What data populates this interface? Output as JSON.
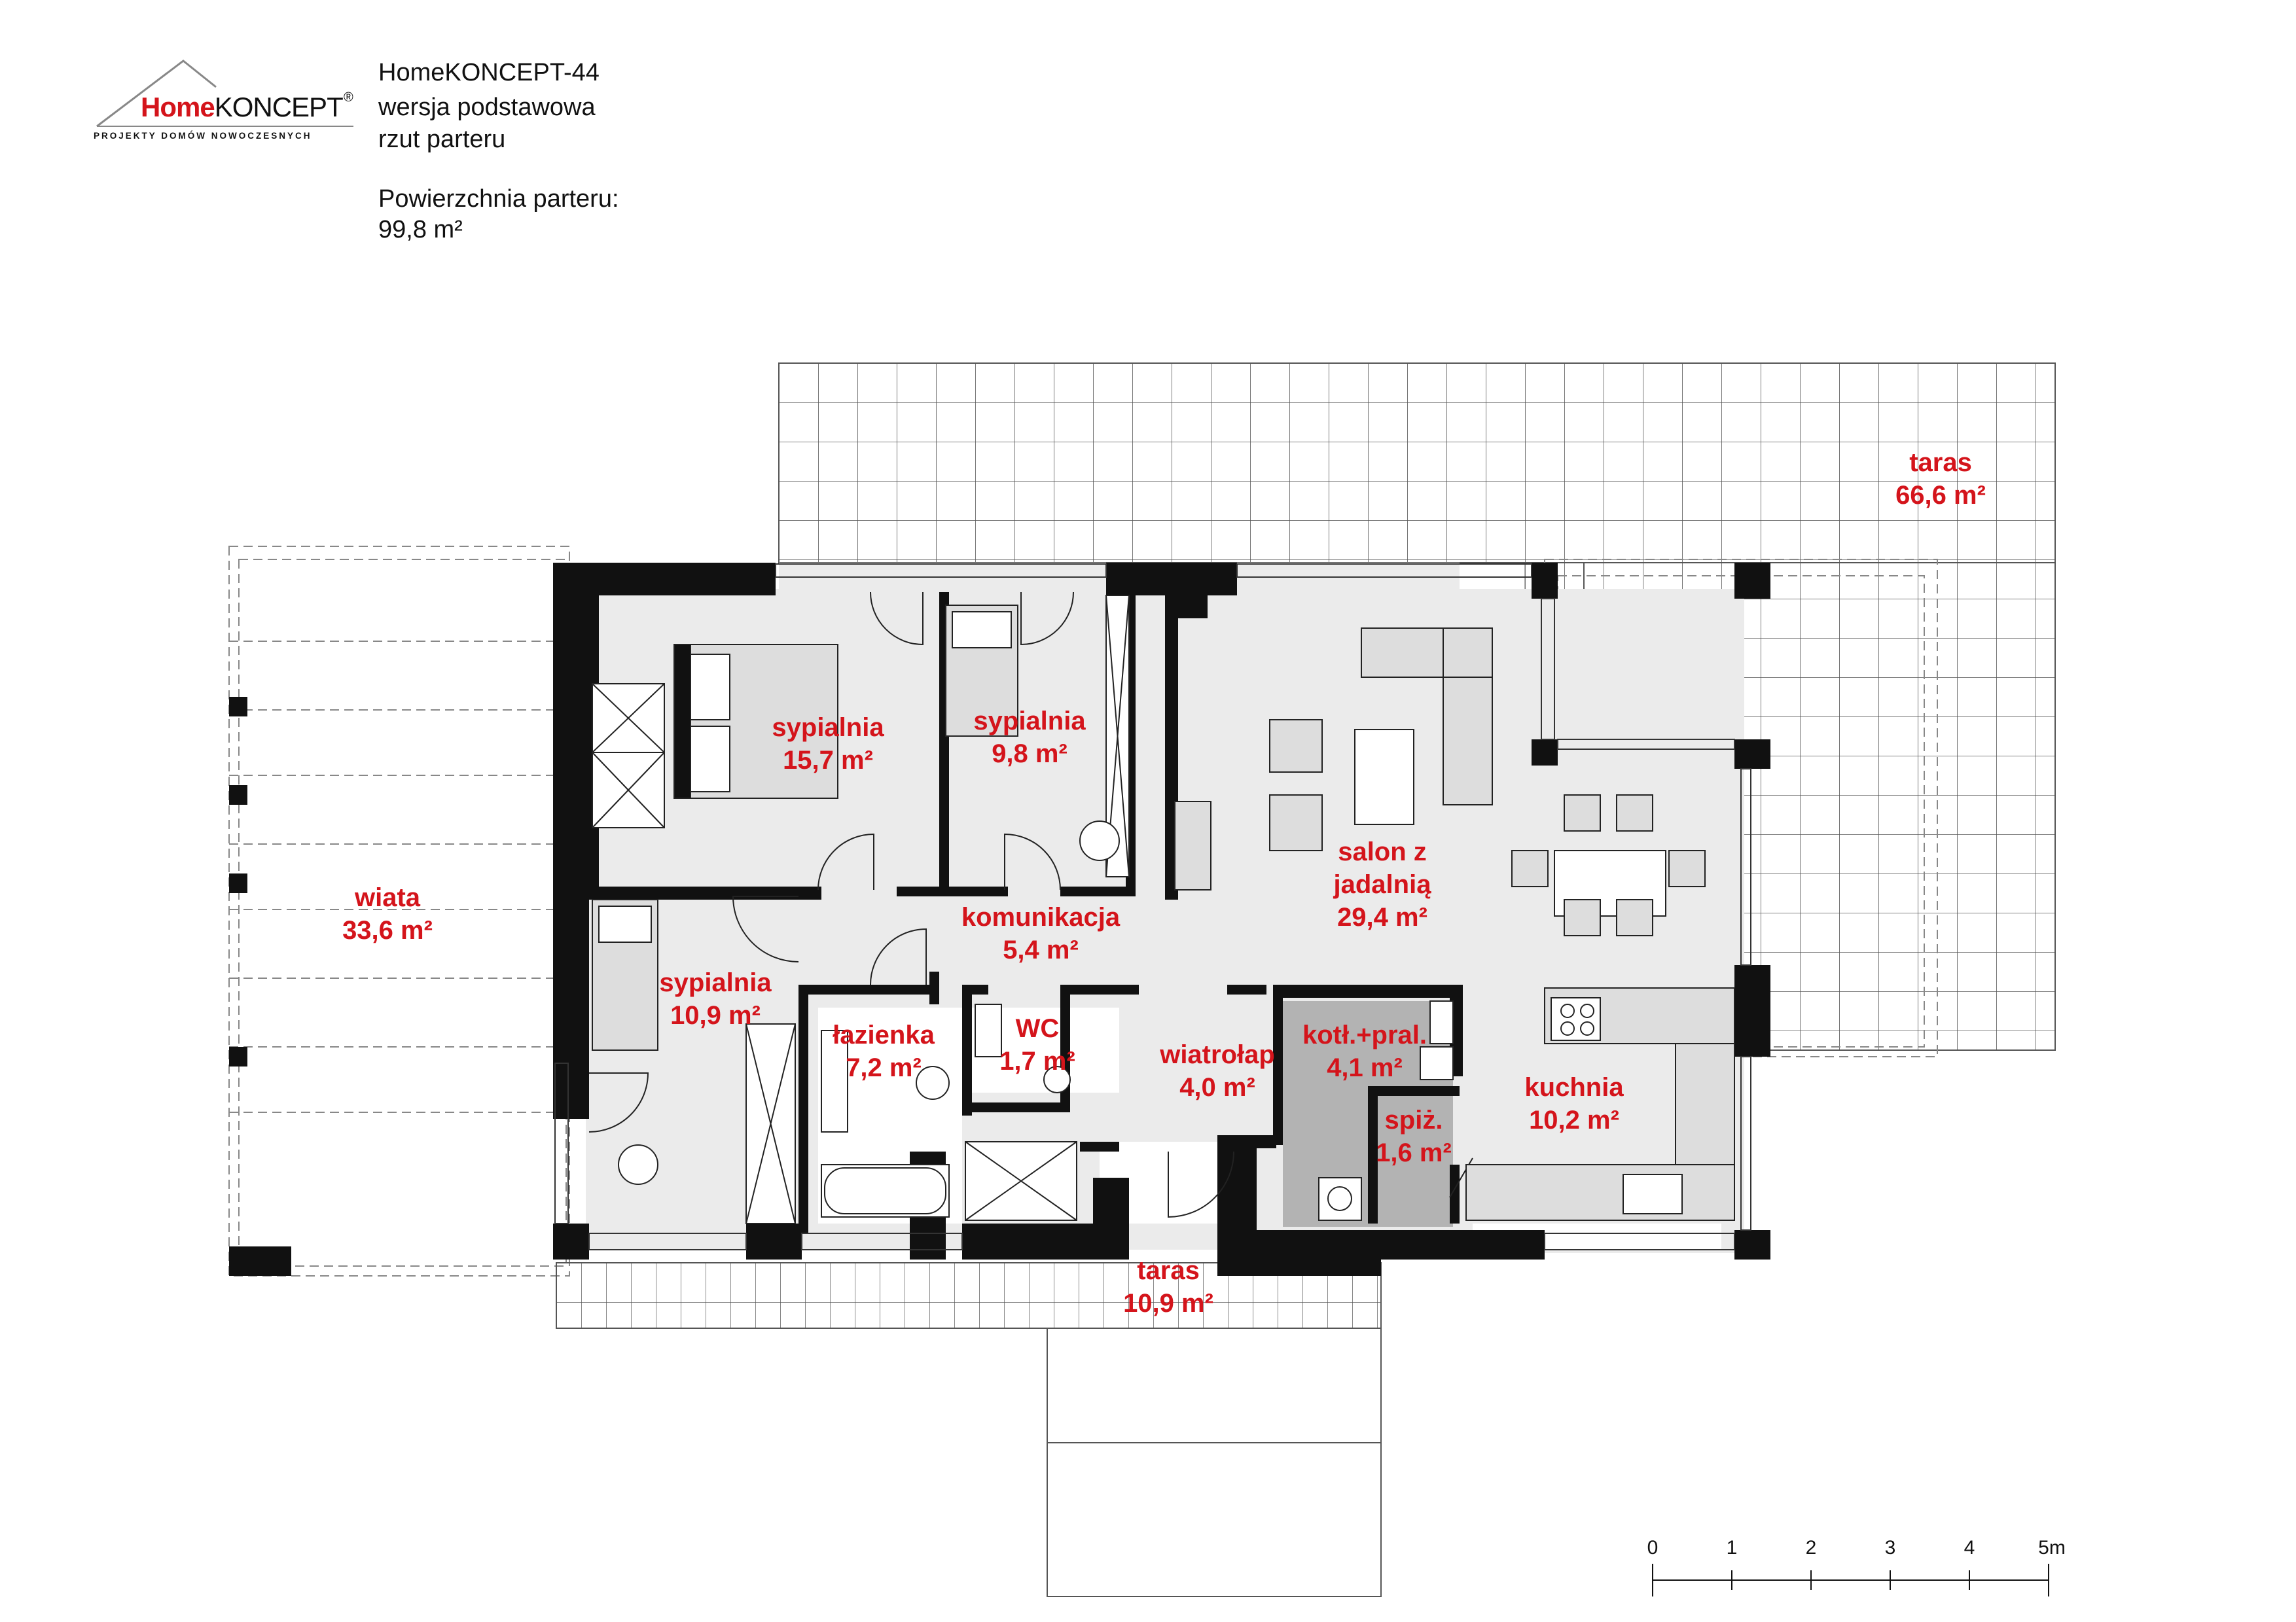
{
  "brand": {
    "name_home": "Home",
    "name_koncept": "KONCEPT",
    "registered": "®",
    "tagline": "PROJEKTY DOMÓW NOWOCZESNYCH",
    "accent_color": "#d4141b"
  },
  "project": {
    "title": "HomeKONCEPT-44",
    "variant": "wersja podstawowa",
    "view": "rzut parteru",
    "area_label": "Powierzchnia parteru:",
    "area_value": "99,8 m²"
  },
  "rooms": {
    "taras_top": {
      "name": "taras",
      "area": "66,6 m²"
    },
    "wiata": {
      "name": "wiata",
      "area": "33,6 m²"
    },
    "sypialnia1": {
      "name": "sypialnia",
      "area": "15,7 m²"
    },
    "sypialnia2": {
      "name": "sypialnia",
      "area": "9,8 m²"
    },
    "sypialnia3": {
      "name": "sypialnia",
      "area": "10,9 m²"
    },
    "komunikacja": {
      "name": "komunikacja",
      "area": "5,4 m²"
    },
    "salon": {
      "name_line1": "salon z",
      "name_line2": "jadalnią",
      "area": "29,4 m²"
    },
    "lazienka": {
      "name": "łazienka",
      "area": "7,2 m²"
    },
    "wc": {
      "name": "WC",
      "area": "1,7 m²"
    },
    "wiatrolap": {
      "name": "wiatrołap",
      "area": "4,0 m²"
    },
    "kotl": {
      "name": "kotł.+pral.",
      "area": "4,1 m²"
    },
    "spiz": {
      "name": "spiż.",
      "area": "1,6 m²"
    },
    "kuchnia": {
      "name": "kuchnia",
      "area": "10,2 m²"
    },
    "taras_bottom": {
      "name": "taras",
      "area": "10,9 m²"
    }
  },
  "scale": {
    "ticks": [
      "0",
      "1",
      "2",
      "3",
      "4",
      "5m"
    ]
  }
}
